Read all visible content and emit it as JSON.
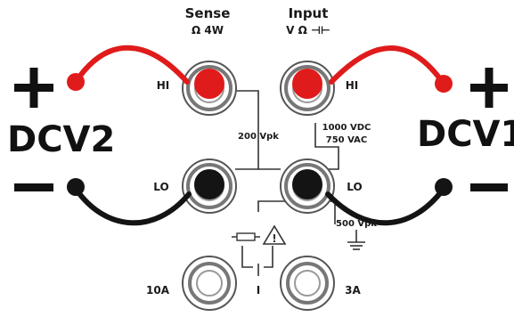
{
  "headers": {
    "sense_title": "Sense",
    "sense_sub": "Ω 4W",
    "input_title": "Input",
    "input_sub": "V Ω ⊣⊢"
  },
  "left": {
    "sign": "+",
    "name": "DCV2"
  },
  "right": {
    "sign": "+",
    "name": "DCV1"
  },
  "terminals": {
    "sense_hi": "HI",
    "input_hi": "HI",
    "sense_lo": "LO",
    "input_lo": "LO",
    "current_10a": "10A",
    "current_3a": "3A",
    "current_i": "I"
  },
  "ratings": {
    "sense_vpk": "200 Vpk",
    "input_vdc": "1000 VDC",
    "input_vac": "750 VAC",
    "lo_vpk": "500 Vpk"
  },
  "colors": {
    "lead_hi": "#e01b1b",
    "lead_lo": "#141414",
    "jack_ring": "#555555",
    "line": "#333333"
  }
}
